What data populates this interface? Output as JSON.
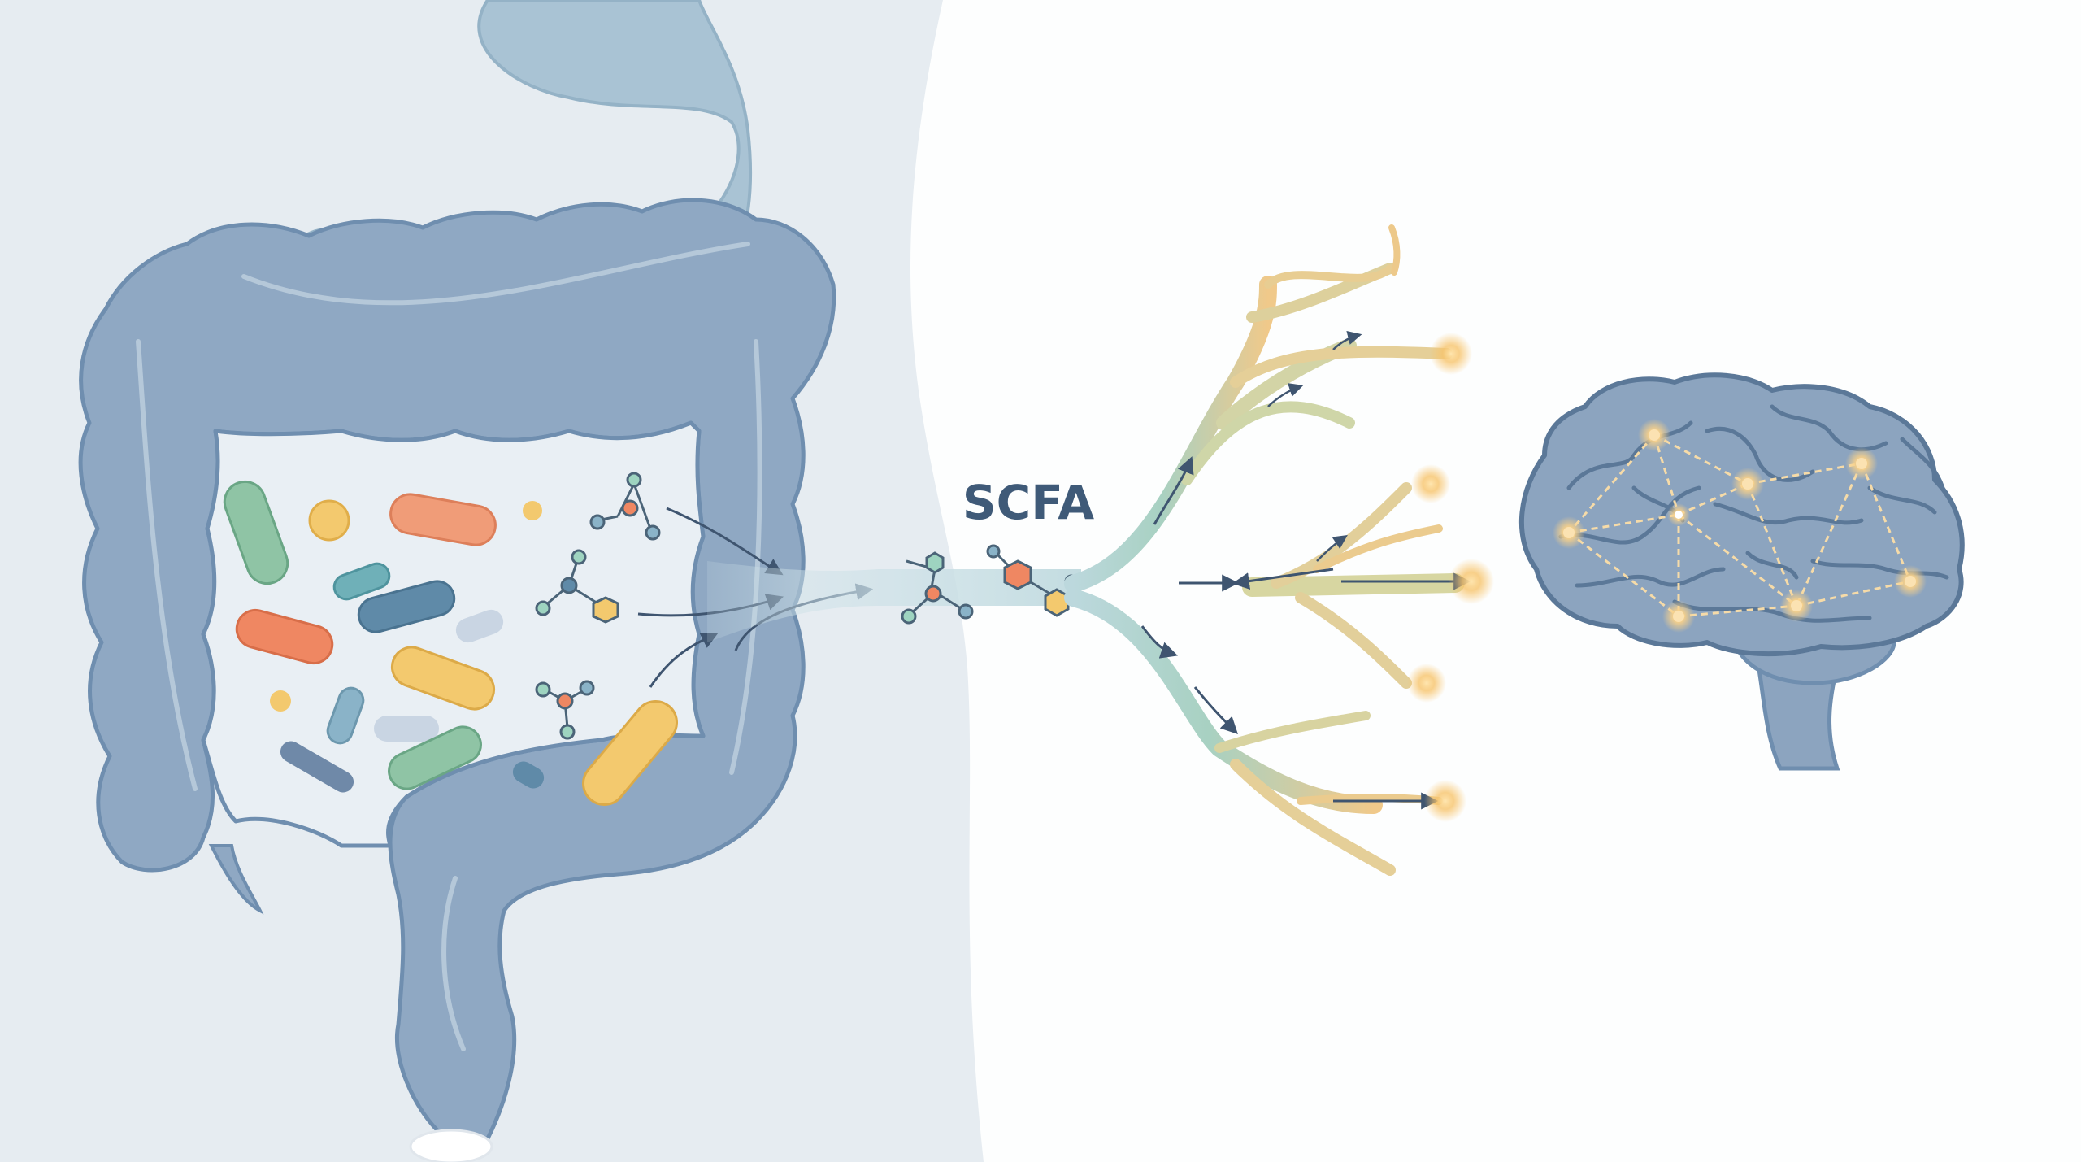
{
  "diagram": {
    "label": "SCFA",
    "colors": {
      "body_panel": "#e6ecf1",
      "organ": "#8fa8c3",
      "organ_outline": "#6f8eaf",
      "stomach": "#a9c3d4",
      "brain": "#8ca4bf",
      "label_text": "#3f5a78",
      "arrow": "#3f5570",
      "nerve_start": "#b9d7dc",
      "nerve_end": "#f1c983",
      "glow": "#f7c46c"
    },
    "icons": [
      "stomach",
      "intestine",
      "bacteria",
      "molecule",
      "arrow",
      "vagus-nerve",
      "brain",
      "neural-network"
    ]
  }
}
